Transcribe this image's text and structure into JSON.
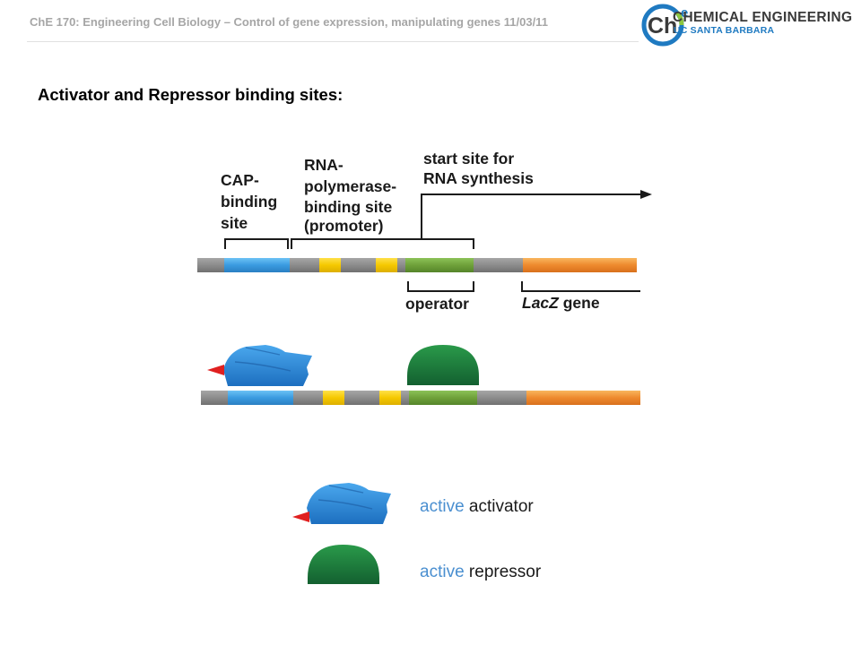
{
  "header": {
    "course_title": "ChE 170: Engineering Cell Biology – Control of gene expression, manipulating genes 11/03/11"
  },
  "logo": {
    "mark_letters": "Ch",
    "superscript": "e",
    "line1": "CHEMICAL ENGINEERING",
    "line2": "UC SANTA BARBARA",
    "colors": {
      "ring": "#1f7ac1",
      "accent": "#8dc63f",
      "text": "#3a3a3a"
    }
  },
  "slide": {
    "heading": "Activator and Repressor binding sites:"
  },
  "diagram": {
    "labels": {
      "cap_line1": "CAP-",
      "cap_line2": "binding",
      "cap_line3": "site",
      "rnap_line1": "RNA-",
      "rnap_line2": "polymerase-",
      "rnap_line3": "binding site",
      "rnap_line4": "(promoter)",
      "start_line1": "start site for",
      "start_line2": "RNA synthesis",
      "operator": "operator",
      "lacz_italic": "LacZ",
      "lacz_rest": " gene"
    },
    "colors": {
      "dna_gray": "#8c8c8c",
      "cap_blue": "#3a9be0",
      "yellow": "#f5c800",
      "operator_green": "#6fa13a",
      "lacz_orange": "#ee8a2e",
      "activator_blue": "#2c84d4",
      "repressor_green": "#1c7a3a",
      "arrow_red": "#e02020"
    }
  },
  "legend": [
    {
      "prefix": "active",
      "suffix": " activator",
      "icon": "activator-icon"
    },
    {
      "prefix": "active",
      "suffix": " repressor",
      "icon": "repressor-icon"
    }
  ]
}
